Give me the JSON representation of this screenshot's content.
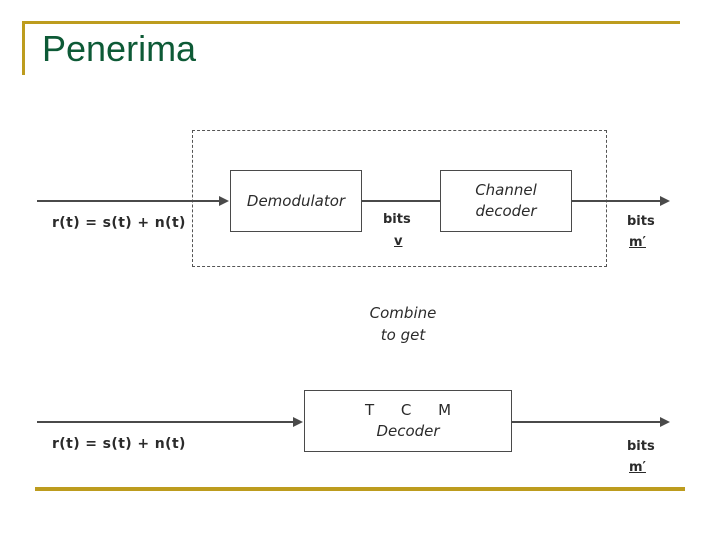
{
  "slide": {
    "title": "Penerima",
    "accent_color": "#bd9c1e",
    "title_color": "#0d5a36",
    "ink_color": "#4a4a4a"
  },
  "diagram": {
    "top_system": {
      "region_label": "dashed-grouping",
      "input_label": "r(t) = s(t) + n(t)",
      "blocks": [
        {
          "id": "demodulator",
          "lines": [
            "Demodulator"
          ]
        },
        {
          "id": "channel-decoder",
          "lines": [
            "Channel",
            "decoder"
          ]
        }
      ],
      "interstage_label": {
        "line1": "bits",
        "line2": "v"
      },
      "output_label": {
        "line1": "bits",
        "line2": "m′"
      }
    },
    "middle_note": {
      "line1": "Combine",
      "line2": "to get"
    },
    "bottom_system": {
      "input_label": "r(t) = s(t) + n(t)",
      "blocks": [
        {
          "id": "tcm-decoder",
          "lines": [
            "T  C  M",
            "Decoder"
          ]
        }
      ],
      "output_label": {
        "line1": "bits",
        "line2": "m′"
      }
    }
  }
}
